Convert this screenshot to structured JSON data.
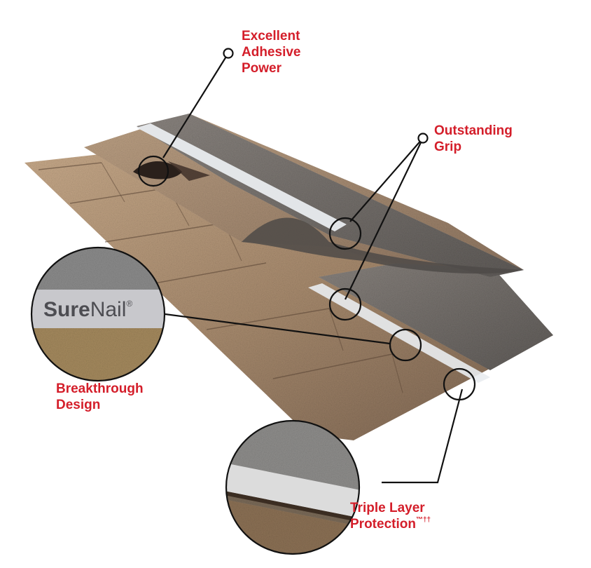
{
  "callouts": {
    "adhesive": {
      "line1": "Excellent",
      "line2": "Adhesive",
      "line3": "Power"
    },
    "grip": {
      "line1": "Outstanding",
      "line2": "Grip"
    },
    "design": {
      "line1": "Breakthrough",
      "line2": "Design"
    },
    "triple": {
      "line1": "Triple Layer",
      "line2": "Protection",
      "mark": "™††"
    }
  },
  "inset_design": {
    "brand_bold": "Sure",
    "brand_light": "Nail",
    "brand_mark": "®"
  },
  "colors": {
    "callout_text": "#d41e2a",
    "leader_line": "#111111",
    "shingle_light": "#c9ab8b",
    "shingle_mid": "#9c7f64",
    "shingle_dark": "#6f6a66",
    "nail_strip": "#e9ecef"
  }
}
